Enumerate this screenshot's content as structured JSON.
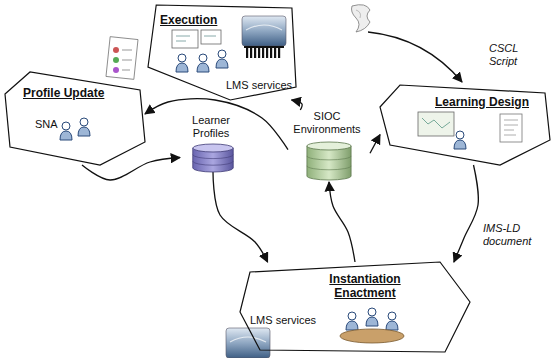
{
  "diagram": {
    "nodes": [
      {
        "text": [
          "Execution",
          "LMS services"
        ]
      },
      {
        "text": [
          "Learning Design"
        ]
      },
      {
        "text": [
          "Profile Update",
          "SNA"
        ]
      },
      {
        "text": [
          "SIOC Environments"
        ]
      },
      {
        "text": [
          "Learner Profiles"
        ]
      },
      {
        "text": [
          "Instantiation Enactment",
          "LMS services"
        ]
      }
    ],
    "edges": [
      {
        "from": 3,
        "to": 0,
        "arrow": "to"
      },
      {
        "from": 3,
        "to": 2,
        "arrow": "to"
      },
      {
        "from": 3,
        "to": 1,
        "arrow": "to"
      },
      {
        "from": 2,
        "to": 4,
        "arrow": "to"
      },
      {
        "from": 4,
        "to": 5,
        "arrow": "to"
      },
      {
        "from": 1,
        "to": 5,
        "label": "IMS-LD document",
        "arrow": "to"
      },
      {
        "from": 5,
        "to": 3,
        "arrow": "to"
      }
    ],
    "labels": [
      "CSCL Script"
    ]
  }
}
